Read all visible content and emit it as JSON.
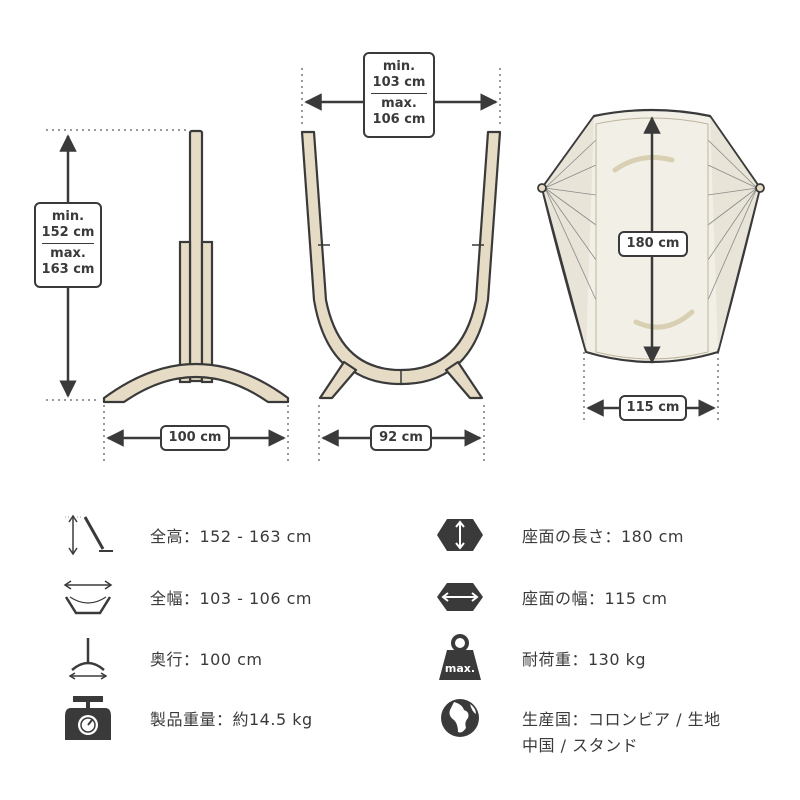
{
  "dimensions": {
    "height_min": "min.",
    "height_min_val": "152 cm",
    "height_max": "max.",
    "height_max_val": "163 cm",
    "width_min": "min.",
    "width_min_val": "103 cm",
    "width_max": "max.",
    "width_max_val": "106 cm",
    "depth": "100 cm",
    "inner_width": "92 cm",
    "seat_length": "180 cm",
    "seat_width": "115 cm"
  },
  "specs": [
    {
      "icon": "height-icon",
      "text": "全高：152 -  163 cm"
    },
    {
      "icon": "seat-length-icon",
      "text": "座面の長さ：180 cm"
    },
    {
      "icon": "width-icon",
      "text": "全幅：103 - 106 cm"
    },
    {
      "icon": "seat-width-icon",
      "text": "座面の幅：115 cm"
    },
    {
      "icon": "depth-icon",
      "text": "奥行：100 cm"
    },
    {
      "icon": "max-load-icon",
      "text": "耐荷重：130 kg",
      "badge": "max."
    },
    {
      "icon": "scale-icon",
      "text": "製品重量：約14.5 kg"
    },
    {
      "icon": "globe-icon",
      "text": "生産国：コロンビア / 生地",
      "text2": "中国 / スタンド"
    }
  ],
  "colors": {
    "outline": "#3a3a3a",
    "wood": "#e6dcc6",
    "fabric": "#f2efe6",
    "dots": "#9a9a9a"
  }
}
